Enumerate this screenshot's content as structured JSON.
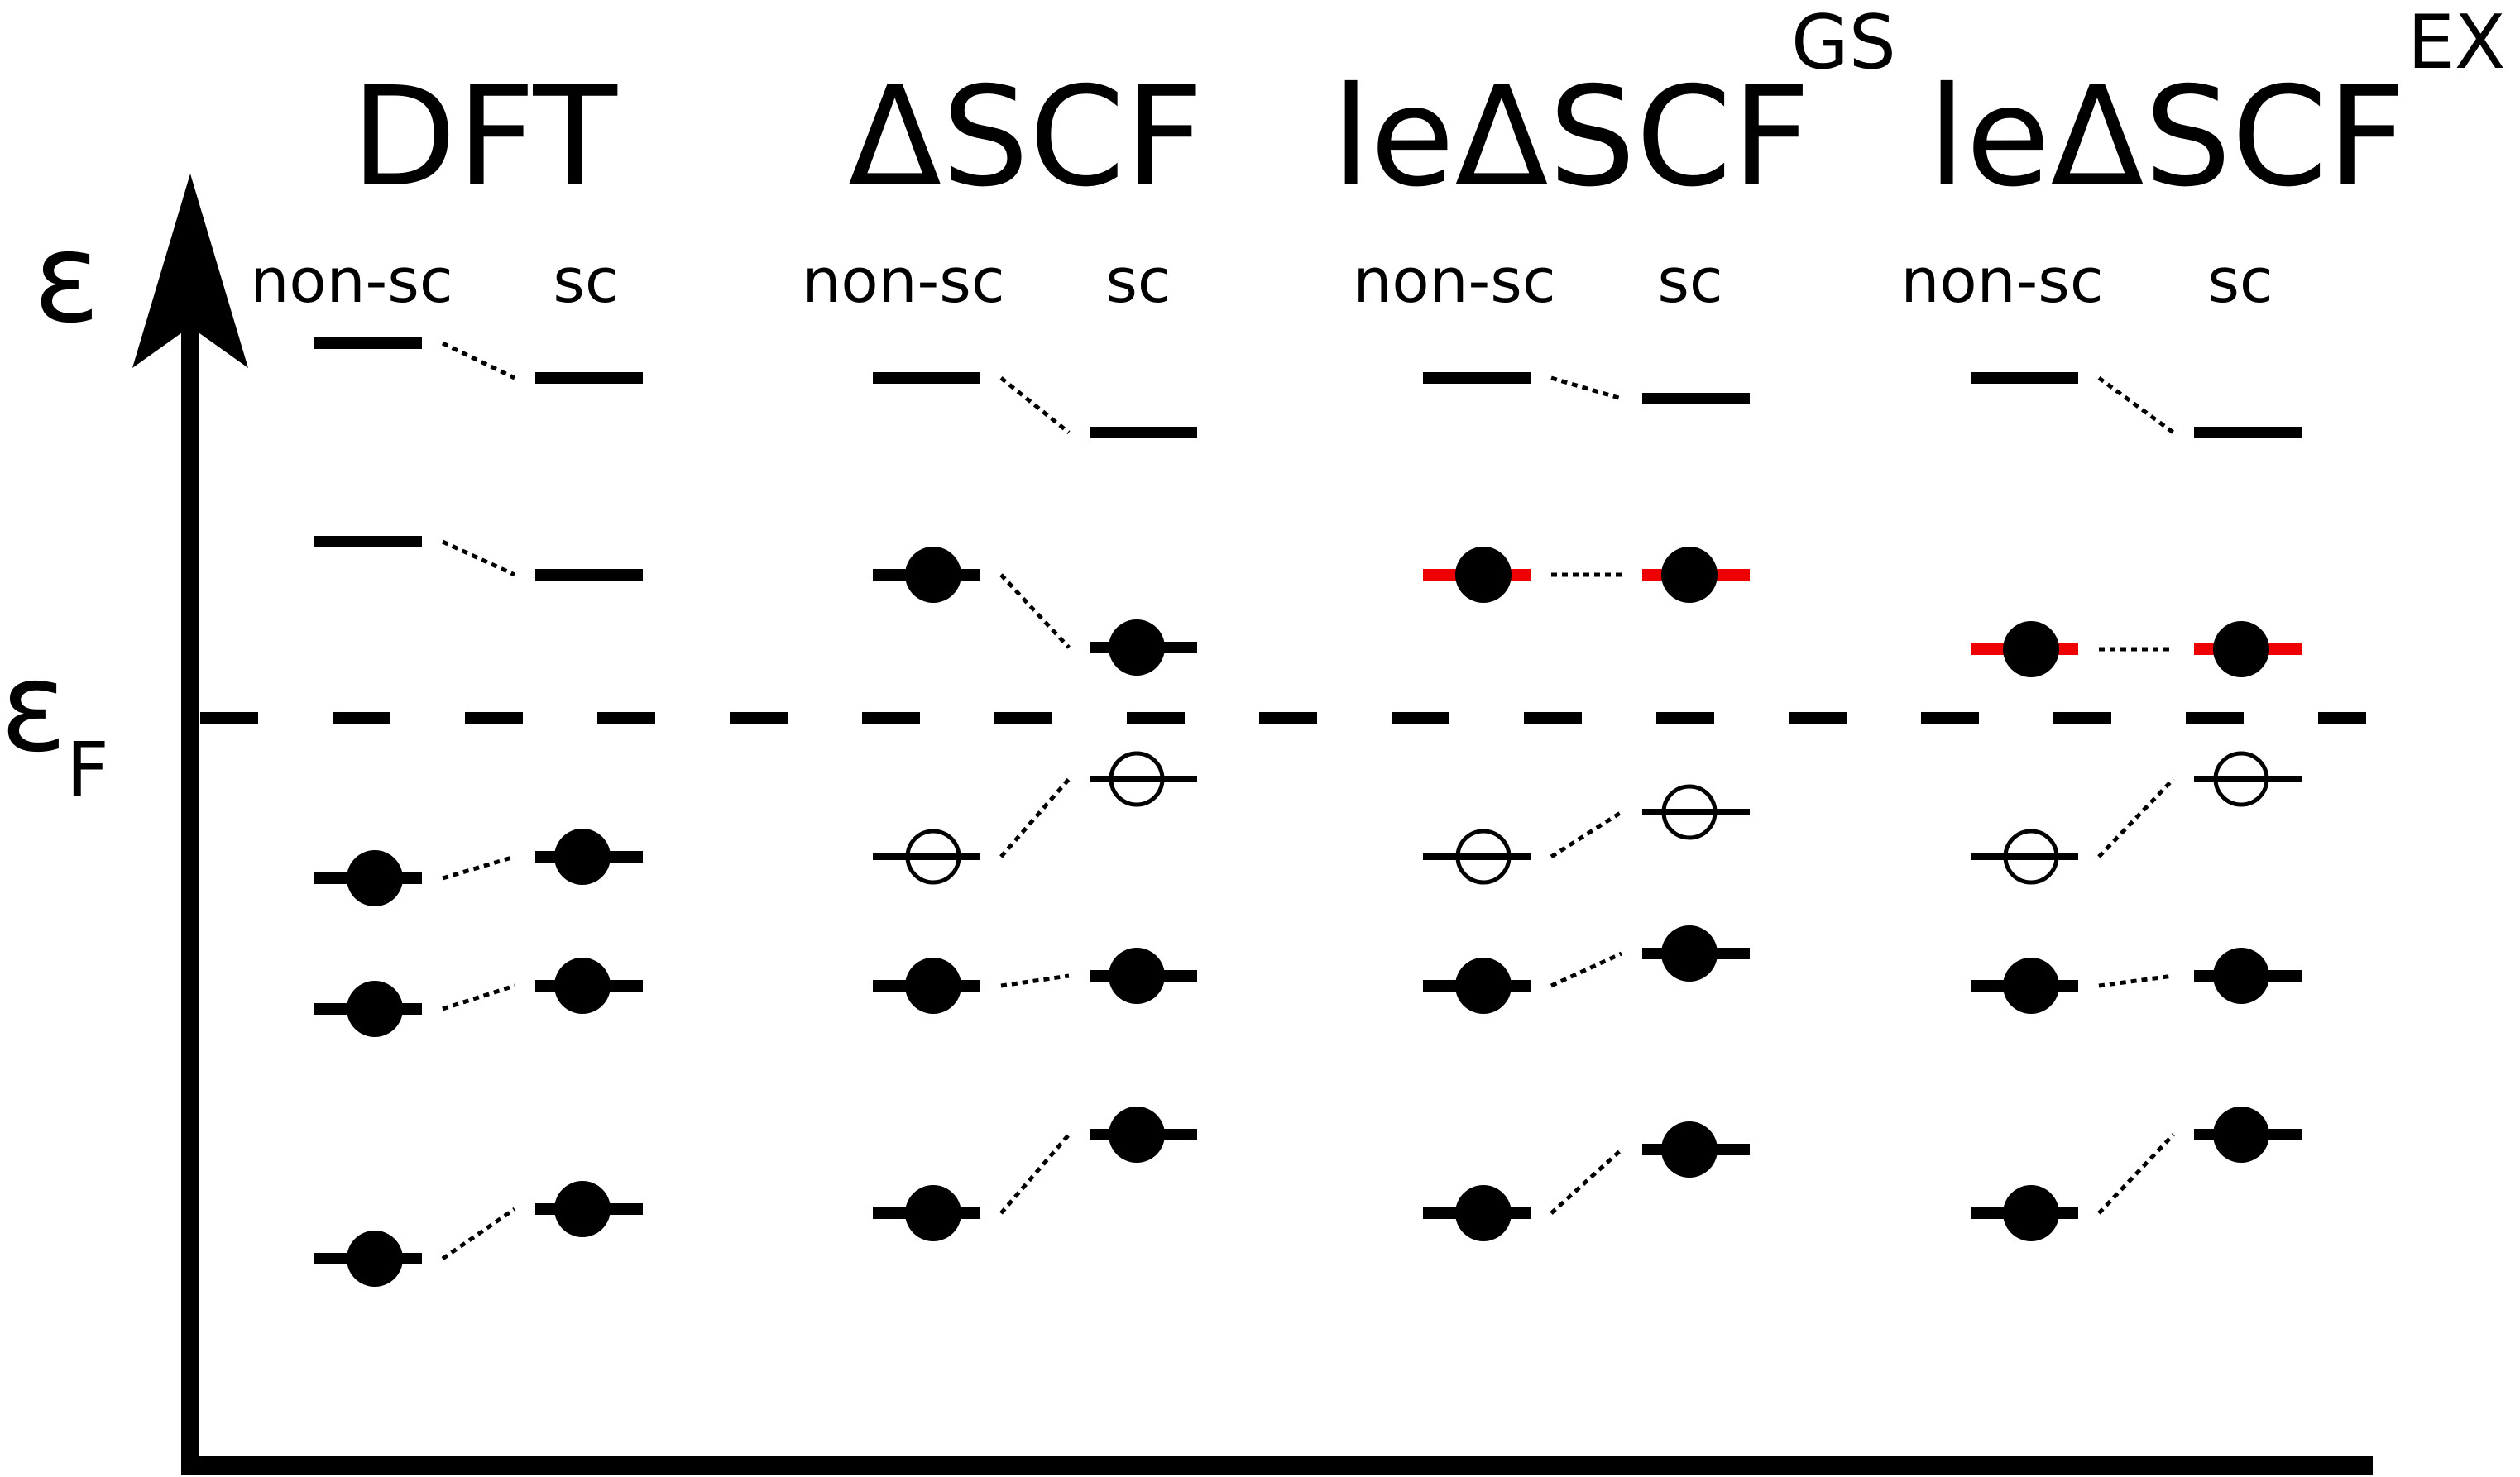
{
  "axis": {
    "y_symbol": "ε",
    "fermi_symbol": "ε",
    "fermi_subscript": "F"
  },
  "columns": [
    {
      "id": "dft",
      "title": "DFT",
      "superscript": "",
      "left_label": "non-sc",
      "right_label": "sc",
      "levels": [
        {
          "left": "empty",
          "right": "empty",
          "left_color": "black",
          "right_color": "black"
        },
        {
          "left": "empty",
          "right": "empty",
          "left_color": "black",
          "right_color": "black"
        },
        {
          "left": "filled",
          "right": "filled",
          "left_color": "black",
          "right_color": "black"
        },
        {
          "left": "filled",
          "right": "filled",
          "left_color": "black",
          "right_color": "black"
        },
        {
          "left": "filled",
          "right": "filled",
          "left_color": "black",
          "right_color": "black"
        }
      ]
    },
    {
      "id": "delta-scf",
      "title": "ΔSCF",
      "superscript": "",
      "left_label": "non-sc",
      "right_label": "sc",
      "levels": [
        {
          "left": "empty",
          "right": "empty",
          "left_color": "black",
          "right_color": "black"
        },
        {
          "left": "filled",
          "right": "filled",
          "left_color": "black",
          "right_color": "black"
        },
        {
          "left": "hole",
          "right": "hole",
          "left_color": "black",
          "right_color": "black"
        },
        {
          "left": "filled",
          "right": "filled",
          "left_color": "black",
          "right_color": "black"
        },
        {
          "left": "filled",
          "right": "filled",
          "left_color": "black",
          "right_color": "black"
        }
      ]
    },
    {
      "id": "le-delta-scf-gs",
      "title": "leΔSCF",
      "superscript": "GS",
      "left_label": "non-sc",
      "right_label": "sc",
      "levels": [
        {
          "left": "empty",
          "right": "empty",
          "left_color": "black",
          "right_color": "black"
        },
        {
          "left": "filled",
          "right": "filled",
          "left_color": "#ee0000",
          "right_color": "#ee0000"
        },
        {
          "left": "hole",
          "right": "hole",
          "left_color": "black",
          "right_color": "black"
        },
        {
          "left": "filled",
          "right": "filled",
          "left_color": "black",
          "right_color": "black"
        },
        {
          "left": "filled",
          "right": "filled",
          "left_color": "black",
          "right_color": "black"
        }
      ]
    },
    {
      "id": "le-delta-scf-ex",
      "title": "leΔSCF",
      "superscript": "EX",
      "left_label": "non-sc",
      "right_label": "sc",
      "levels": [
        {
          "left": "empty",
          "right": "empty",
          "left_color": "black",
          "right_color": "black"
        },
        {
          "left": "filled",
          "right": "filled",
          "left_color": "#ee0000",
          "right_color": "#ee0000"
        },
        {
          "left": "hole",
          "right": "hole",
          "left_color": "black",
          "right_color": "black"
        },
        {
          "left": "filled",
          "right": "filled",
          "left_color": "black",
          "right_color": "black"
        },
        {
          "left": "filled",
          "right": "filled",
          "left_color": "black",
          "right_color": "black"
        }
      ]
    }
  ],
  "colors": {
    "line": "#000000",
    "highlight": "#ee0000",
    "background": "#ffffff"
  }
}
